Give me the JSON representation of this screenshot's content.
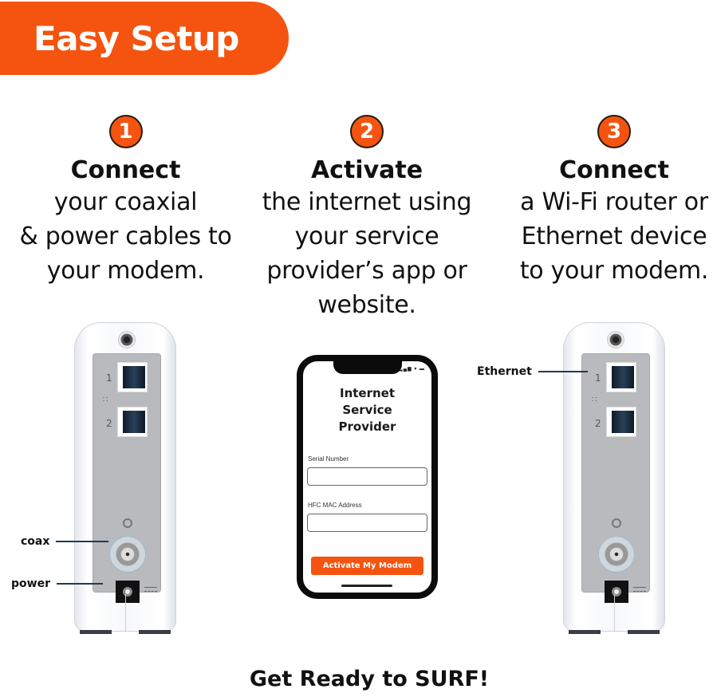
{
  "banner": {
    "title": "Easy Setup",
    "color": "#f4540f"
  },
  "steps": [
    {
      "number": "1",
      "title": "Connect",
      "lines": [
        "your coaxial",
        "& power cables to",
        "your modem."
      ]
    },
    {
      "number": "2",
      "title": "Activate",
      "lines": [
        "the internet using",
        "your service",
        "provider’s app or",
        "website."
      ]
    },
    {
      "number": "3",
      "title": "Connect",
      "lines": [
        "a Wi-Fi router or",
        "Ethernet device",
        "to your modem."
      ]
    }
  ],
  "modem_left": {
    "port_labels": [
      "1",
      "2"
    ],
    "callouts": {
      "coax": "coax",
      "power": "power"
    }
  },
  "modem_right": {
    "port_labels": [
      "1",
      "2"
    ],
    "callouts": {
      "ethernet": "Ethernet"
    }
  },
  "phone": {
    "status_icons": "signal-wifi-battery",
    "title_lines": [
      "Internet",
      "Service",
      "Provider"
    ],
    "fields": [
      {
        "label": "Serial Number",
        "value": ""
      },
      {
        "label": "HFC MAC Address",
        "value": ""
      }
    ],
    "button_label": "Activate My Modem"
  },
  "footer": {
    "text": "Get Ready to SURF!"
  },
  "colors": {
    "accent": "#f4540f",
    "text": "#111111",
    "callout_line": "#1f3b4f"
  }
}
